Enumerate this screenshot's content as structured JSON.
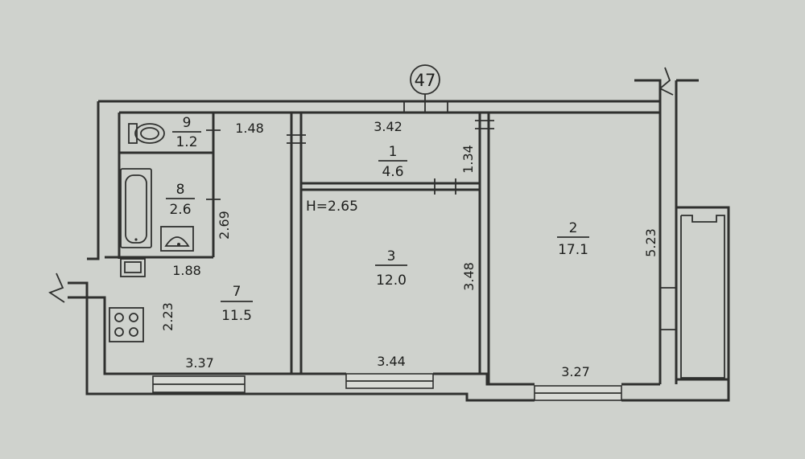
{
  "plan": {
    "marker": "47",
    "height_note": "H=2.65",
    "rooms": [
      {
        "number": "9",
        "area": "1.2"
      },
      {
        "number": "8",
        "area": "2.6"
      },
      {
        "number": "7",
        "area": "11.5"
      },
      {
        "number": "1",
        "area": "4.6"
      },
      {
        "number": "3",
        "area": "12.0"
      },
      {
        "number": "2",
        "area": "17.1"
      }
    ],
    "dimensions": {
      "d_1_48": "1.48",
      "d_3_42": "3.42",
      "d_1_34": "1.34",
      "d_2_69": "2.69",
      "d_1_88": "1.88",
      "d_2_23": "2.23",
      "d_3_37": "3.37",
      "d_3_44": "3.44",
      "d_3_48": "3.48",
      "d_5_23": "5.23",
      "d_3_27": "3.27"
    }
  }
}
